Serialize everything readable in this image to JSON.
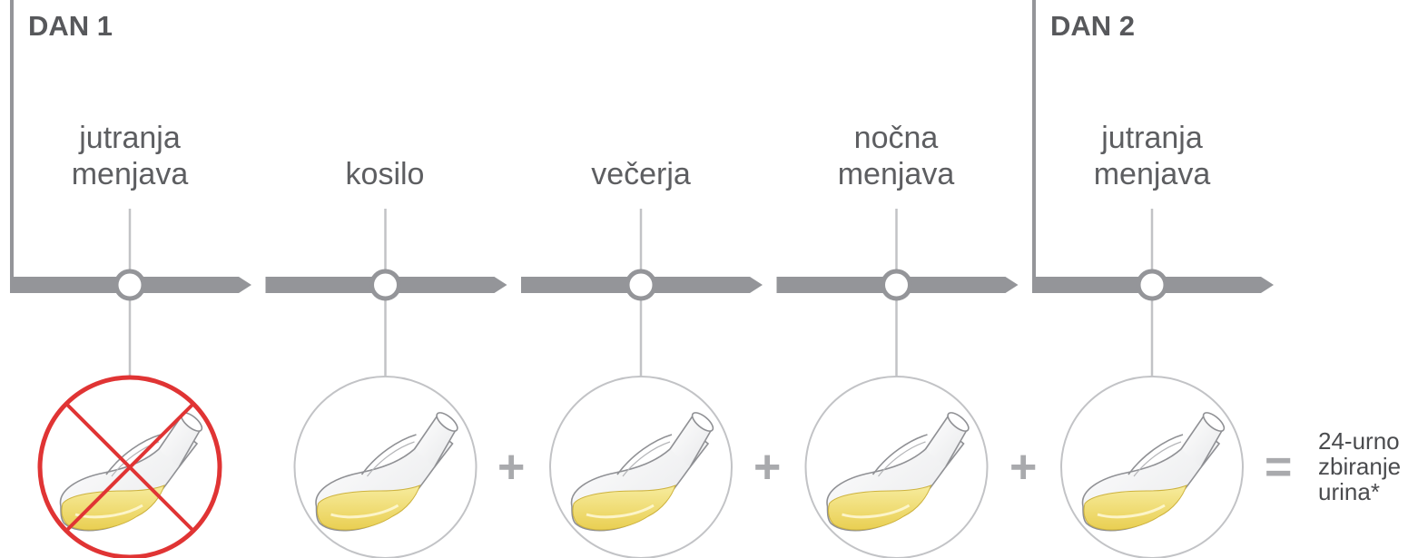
{
  "days": [
    {
      "label": "DAN 1"
    },
    {
      "label": "DAN 2"
    }
  ],
  "periods": [
    {
      "line1": "jutranja",
      "line2": "menjava",
      "excluded": true
    },
    {
      "line1": "",
      "line2": "kosilo",
      "excluded": false
    },
    {
      "line1": "",
      "line2": "večerja",
      "excluded": false
    },
    {
      "line1": "nočna",
      "line2": "menjava",
      "excluded": false
    },
    {
      "line1": "jutranja",
      "line2": "menjava",
      "excluded": false
    }
  ],
  "operators": [
    "+",
    "+",
    "+",
    "="
  ],
  "result": {
    "line1": "24-urno",
    "line2": "zbiranje",
    "line3": "urina*"
  },
  "colors": {
    "timeline": "#949599",
    "connector": "#c2c3c6",
    "urine": "#f3e07a",
    "cross": "#e03434",
    "text": "#5d5e61"
  }
}
